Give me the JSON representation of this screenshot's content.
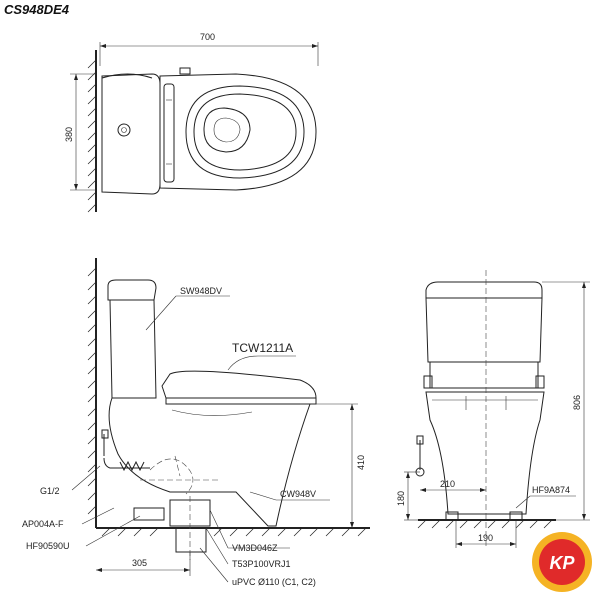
{
  "title": "CS948DE4",
  "dimensions": {
    "top_width": "700",
    "top_depth": "380",
    "side_height": "410",
    "side_depth": "305",
    "front_height": "806",
    "front_offset": "210",
    "front_inlet_height": "180",
    "front_base_width": "190"
  },
  "parts": {
    "tank": "SW948DV",
    "seat": "TCW1211A",
    "bowl": "CW948V",
    "valve": "G1/2",
    "hose": "AP004A-F",
    "stop_valve": "HF90590U",
    "fix_kit": "VM3D046Z",
    "flange": "T53P100VRJ1",
    "pipe": "uPVC Ø110 (C1, C2)",
    "front_valve": "HF9A874"
  },
  "logo": {
    "text": "KP",
    "colors": {
      "outer": "#f5b324",
      "inner": "#e02a2a",
      "text": "#ffffff"
    }
  }
}
